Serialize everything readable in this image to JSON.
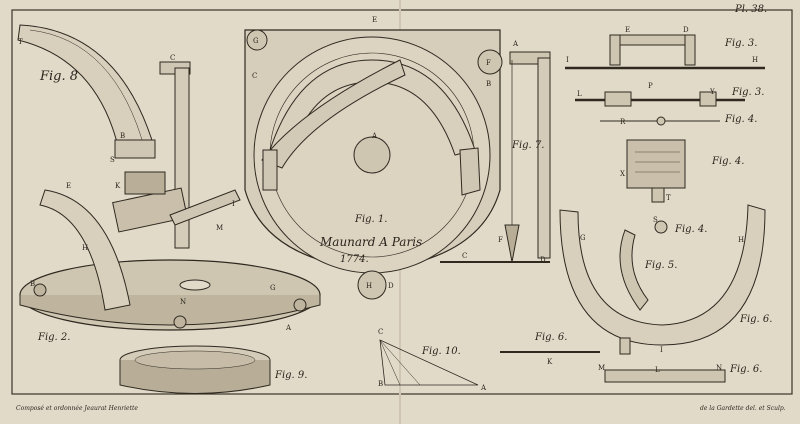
{
  "plate": {
    "number": "Pl. 38."
  },
  "labels": {
    "fig8": "Fig. 8",
    "fig2": "Fig. 2.",
    "fig9": "Fig. 9.",
    "fig1": "Fig. 1.",
    "fig7": "Fig. 7.",
    "fig10": "Fig. 10.",
    "fig6_rod": "Fig. 6.",
    "fig3_top": "Fig. 3.",
    "fig3_mid": "Fig. 3.",
    "fig4_top": "Fig. 4.",
    "fig4_mid": "Fig. 4.",
    "fig4_screw": "Fig. 4.",
    "fig5": "Fig. 5.",
    "fig6_arc": "Fig. 6.",
    "fig6_base": "Fig. 6."
  },
  "inscription": {
    "maker": "Maunard A Paris",
    "year": "1774."
  },
  "credits": {
    "left": "Composé et ordonnée Jeaurat Henriette",
    "right": "de la Gardette del. et Sculp."
  },
  "letters": {
    "A": "A",
    "B": "B",
    "C": "C",
    "D": "D",
    "E": "E",
    "F": "F",
    "G": "G",
    "H": "H",
    "I": "I",
    "K": "K",
    "L": "L",
    "M": "M",
    "N": "N",
    "P": "P",
    "R": "R",
    "S": "S",
    "T": "T",
    "X": "X",
    "Y": "Y"
  },
  "colors": {
    "paper": "#e2dac9",
    "ink": "#2f2920"
  }
}
